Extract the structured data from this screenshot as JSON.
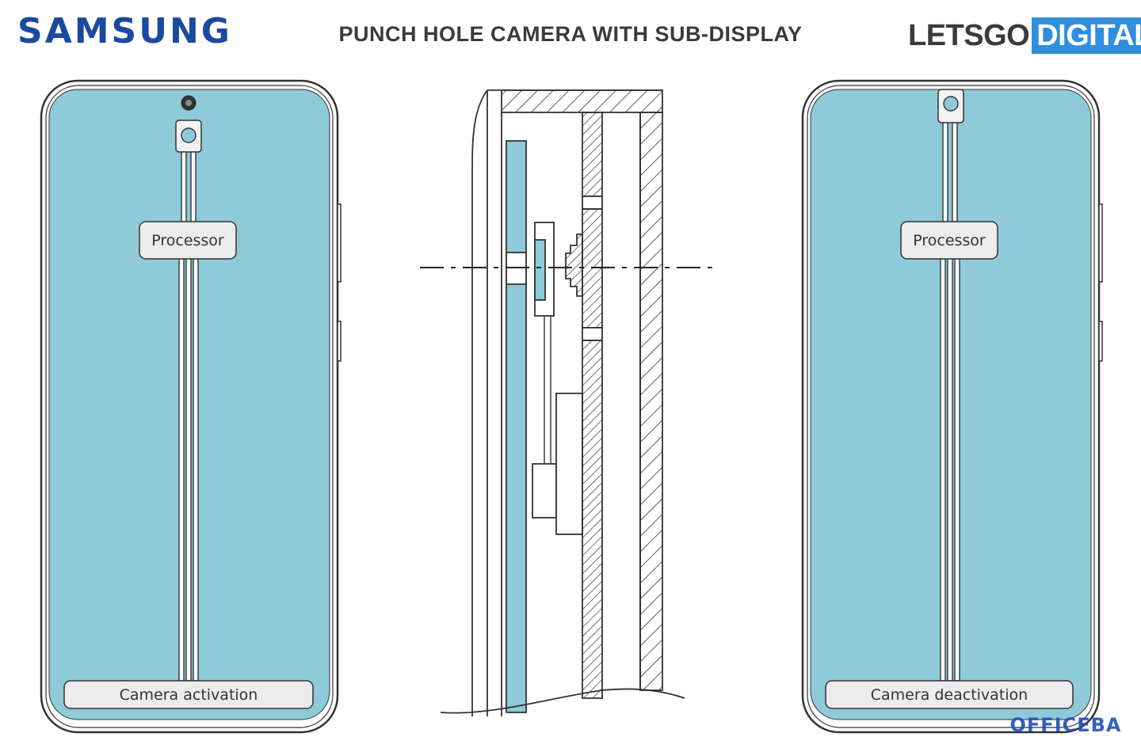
{
  "header": {
    "brand_left": "SAMSUNG",
    "title": "PUNCH HOLE CAMERA WITH SUB-DISPLAY",
    "brand_right_a": "LETSGO",
    "brand_right_b": "DIGITAL"
  },
  "left_phone": {
    "processor_label": "Processor",
    "bottom_label": "Camera activation"
  },
  "right_phone": {
    "processor_label": "Processor",
    "bottom_label": "Camera deactivation"
  },
  "watermark": "OFFICEBA",
  "colors": {
    "screen": "#8ecad8",
    "outline": "#333333",
    "brand_blue": "#1a4aa0",
    "accent_blue": "#2f8ee0"
  }
}
